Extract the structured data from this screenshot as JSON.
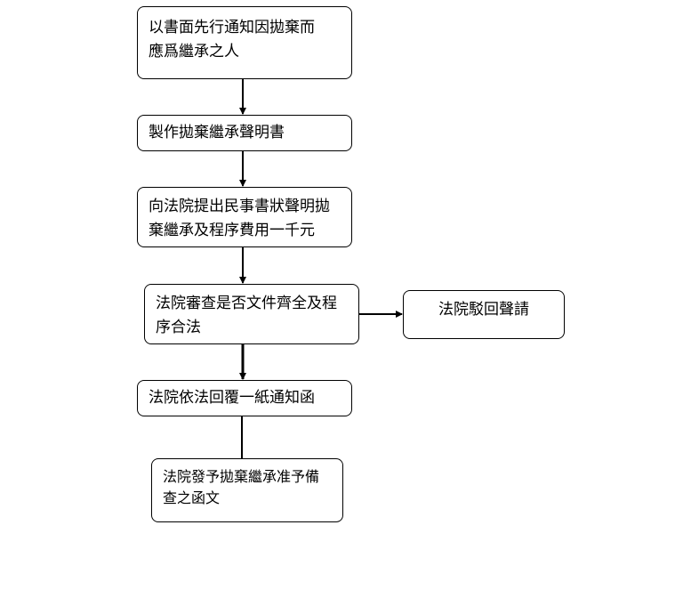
{
  "flowchart": {
    "steps": {
      "notify": "以書面先行通知因拋棄而\n應爲繼承之人",
      "declaration": "製作拋棄繼承聲明書",
      "submit": "向法院提出民事書狀聲明拋\n棄繼承及程序費用一千元",
      "review": "法院審查是否文件齊全及程\n序合法",
      "reject": "法院駁回聲請",
      "reply": "法院依法回覆一紙通知函",
      "approve": "法院發予拋棄繼承准予備\n查之函文"
    }
  }
}
